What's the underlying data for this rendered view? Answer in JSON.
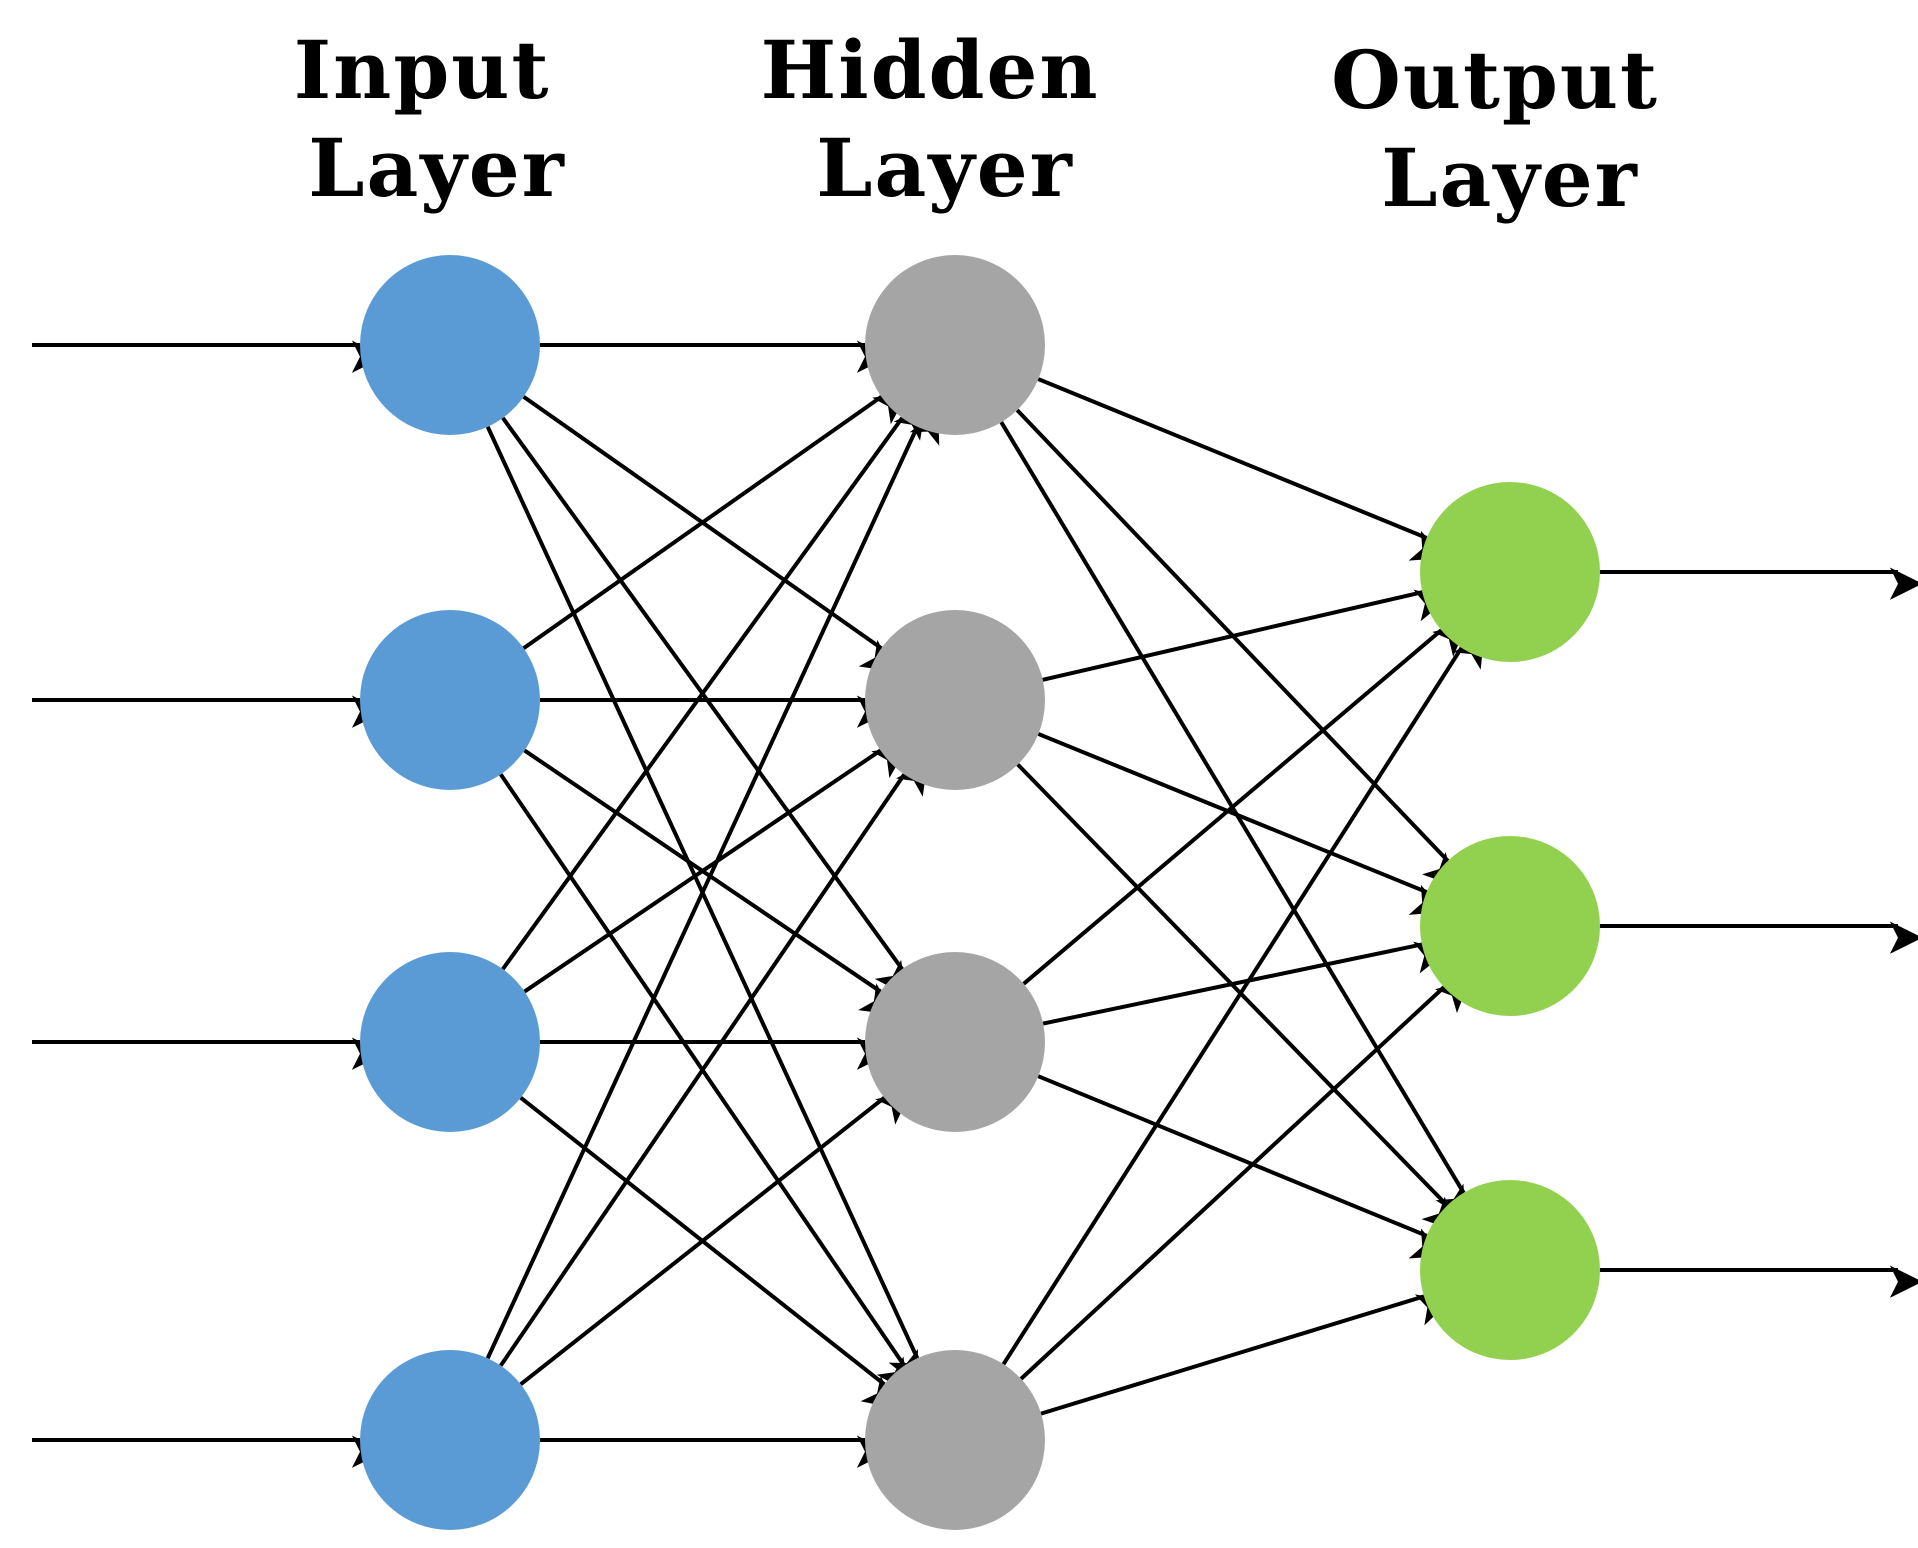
{
  "layers": [
    {
      "id": "input",
      "title_line1": "Input",
      "title_line2": "Layer",
      "color": "#5b9bd5",
      "node_count": 4
    },
    {
      "id": "hidden",
      "title_line1": "Hidden",
      "title_line2": "Layer",
      "color": "#a5a5a5",
      "node_count": 4
    },
    {
      "id": "output",
      "title_line1": "Output",
      "title_line2": "Layer",
      "color": "#92d050",
      "node_count": 3
    }
  ],
  "connectivity": "fully-connected",
  "inputs_per_input_node": 1,
  "outputs_per_output_node": 1,
  "edge_color": "#000000"
}
